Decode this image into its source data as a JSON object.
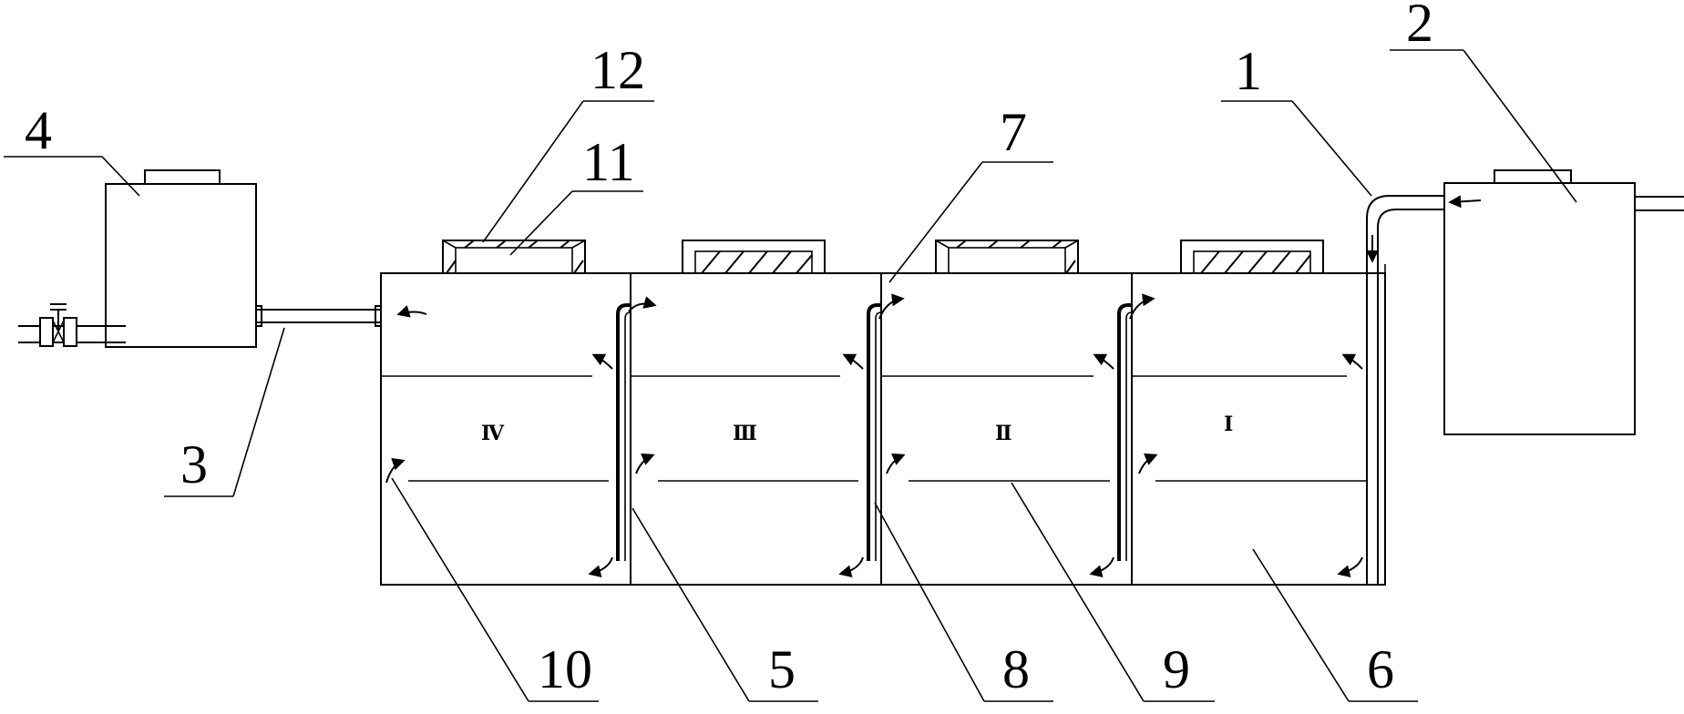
{
  "callouts": [
    {
      "id": "c1",
      "text": "1"
    },
    {
      "id": "c2",
      "text": "2"
    },
    {
      "id": "c3",
      "text": "3"
    },
    {
      "id": "c4",
      "text": "4"
    },
    {
      "id": "c5",
      "text": "5"
    },
    {
      "id": "c6",
      "text": "6"
    },
    {
      "id": "c7",
      "text": "7"
    },
    {
      "id": "c8",
      "text": "8"
    },
    {
      "id": "c9",
      "text": "9"
    },
    {
      "id": "c10",
      "text": "10"
    },
    {
      "id": "c11",
      "text": "11"
    },
    {
      "id": "c12",
      "text": "12"
    }
  ],
  "chambers": [
    {
      "id": "ch4",
      "label": "Ⅳ"
    },
    {
      "id": "ch3",
      "label": "Ⅲ"
    },
    {
      "id": "ch2",
      "label": "Ⅱ"
    },
    {
      "id": "ch1",
      "label": "Ⅰ"
    }
  ]
}
